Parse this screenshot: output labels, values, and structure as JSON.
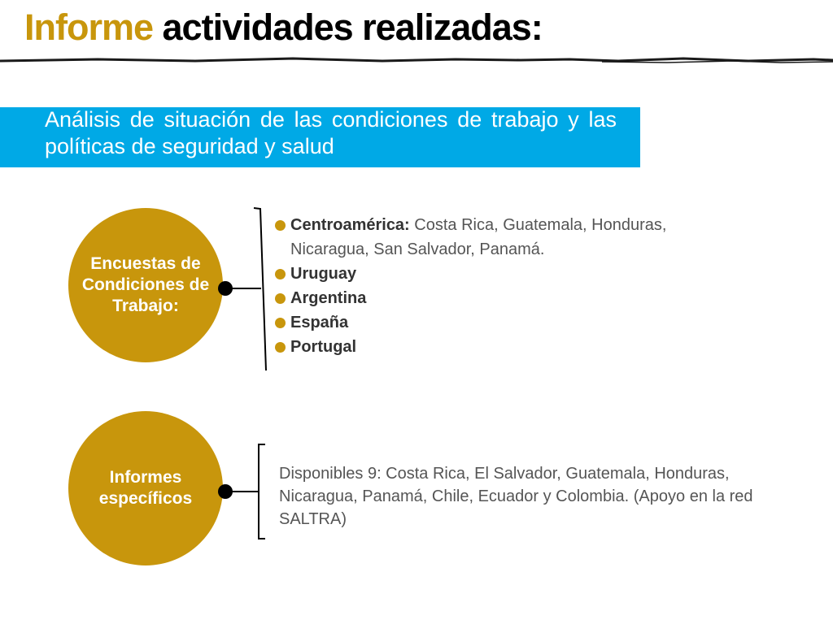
{
  "title": {
    "part1": "Informe",
    "part2": "actividades realizadas:"
  },
  "banner": {
    "text": "Análisis de situación de las condiciones de trabajo y las políticas de seguridad y salud"
  },
  "encuestas": {
    "label": "Encuestas de Condiciones de Trabajo:",
    "items": [
      {
        "title": "Centroamérica:",
        "detail": " Costa Rica, Guatemala, Honduras,",
        "detail2": "Nicaragua, San Salvador, Panamá."
      },
      {
        "title": "Uruguay"
      },
      {
        "title": "Argentina"
      },
      {
        "title": "España"
      },
      {
        "title": "Portugal"
      }
    ]
  },
  "informes": {
    "label": "Informes específicos",
    "text": "Disponibles 9: Costa Rica,  El Salvador,  Guatemala, Honduras, Nicaragua, Panamá, Chile, Ecuador y Colombia. (Apoyo en la red SALTRA)"
  },
  "colors": {
    "accent": "#c8960c",
    "banner": "#00a9e6",
    "text": "#555555"
  }
}
